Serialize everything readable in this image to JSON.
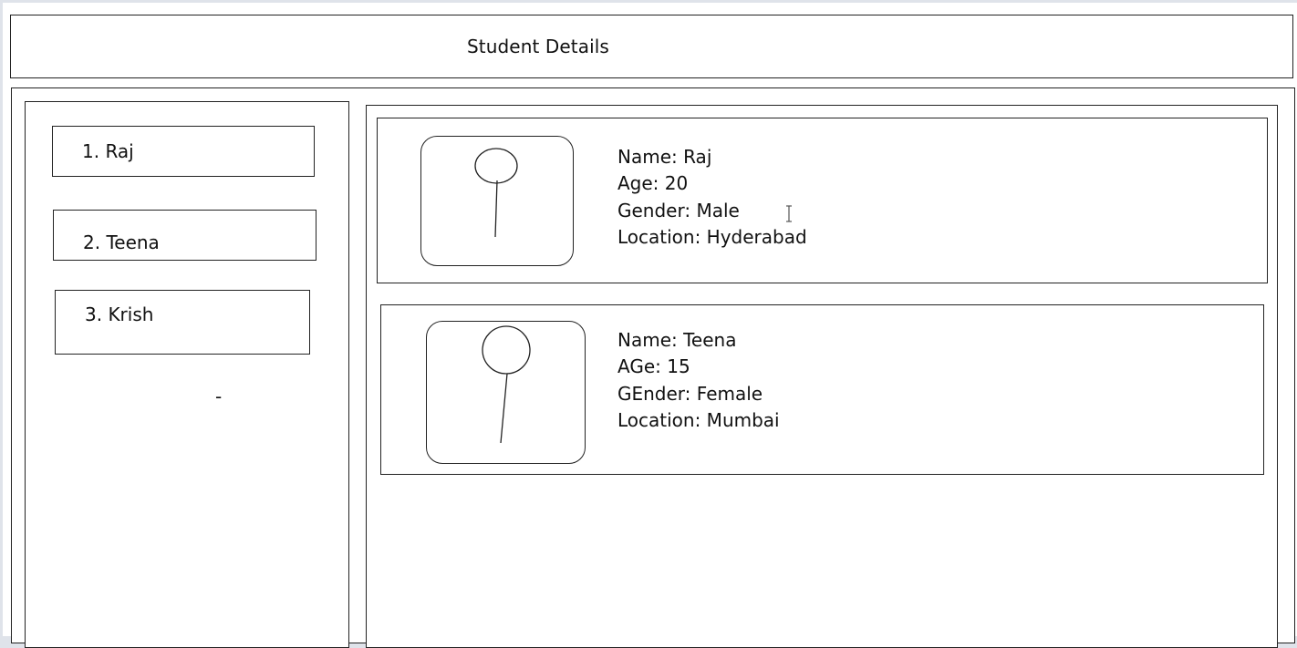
{
  "header": {
    "title": "Student Details"
  },
  "sidebar": {
    "items": [
      {
        "label": "1. Raj"
      },
      {
        "label": "2. Teena"
      },
      {
        "label": "3. Krish"
      }
    ],
    "stray_mark": "-"
  },
  "cards": [
    {
      "name": "Name: Raj",
      "age": "Age: 20",
      "gender": "Gender: Male",
      "location": "Location: Hyderabad",
      "avatar_icon": "person-stick-figure-icon"
    },
    {
      "name": "Name: Teena",
      "age": "AGe: 15",
      "gender": "GEnder: Female",
      "location": "Location: Mumbai",
      "avatar_icon": "person-stick-figure-icon"
    }
  ],
  "colors": {
    "background": "#dfe3ea",
    "canvas": "#ffffff",
    "stroke": "#222222"
  }
}
